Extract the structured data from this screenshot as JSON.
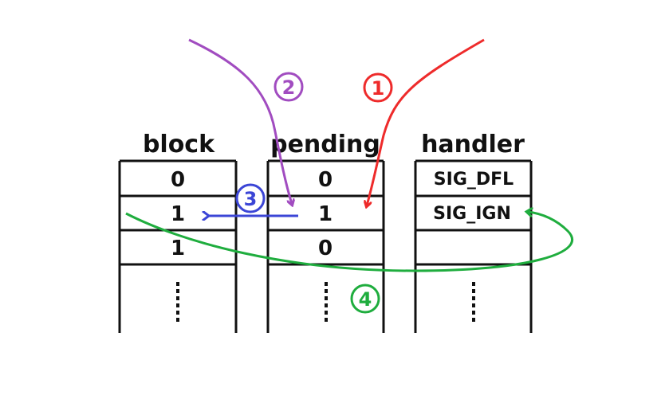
{
  "columns": {
    "block": {
      "title": "block",
      "cells": [
        "0",
        "1",
        "1"
      ]
    },
    "pending": {
      "title": "pending",
      "cells": [
        "0",
        "1",
        "0"
      ]
    },
    "handler": {
      "title": "handler",
      "cells": [
        "SIG_DFL",
        "SIG_IGN",
        ""
      ]
    }
  },
  "steps": [
    {
      "label": "1",
      "color": "#ee2b2b"
    },
    {
      "label": "2",
      "color": "#a14cc0"
    },
    {
      "label": "3",
      "color": "#3b45d6"
    },
    {
      "label": "4",
      "color": "#1fad3e"
    }
  ],
  "colors": {
    "line": "#111111",
    "background": "#ffffff"
  }
}
